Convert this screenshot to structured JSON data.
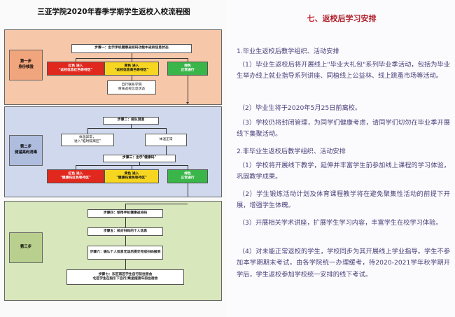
{
  "flowchart": {
    "title": "三亚学院2020年春季学期学生返校入校流程图",
    "stage1": {
      "label": "第一步\n身份核验",
      "step1": "步骤一：出示手机健康返校码功能中返校信息状态",
      "red": "红色  进入\n\"返校信息红色等待区\"",
      "yellow": "黄色  进入\n\"返校信息黄色等待区\"",
      "green": "绿色\n正常通行",
      "contact": "自行联系学院\n审核返校信息状态"
    },
    "stage2": {
      "label": "第二步\n测温亮码消毒",
      "step2": "步骤二：排队测温",
      "abnormal": "体温异常，\n进入\"临时隔离区\"",
      "normal": "体温正常",
      "step3": "步骤三：出示\"健康码\"",
      "red": "红色  进入\n\"健康码红色等待区\"",
      "yellow": "黄色  进入\n\"健康码黄色等待区\"",
      "green": "绿色\n正常通行"
    },
    "stage3": {
      "label": "第三步",
      "step4": "步骤四：使用手机健康返校码",
      "step5": "步骤五：核对扫码的个人信息",
      "step6": "步骤六：确认个人信息无误后提交完成扫码报到",
      "step7a": "步骤七：东区南区学生自行前往宿舍",
      "step7b": "北区学生在指引下自行/乘坐摆渡车前往宿舍"
    }
  },
  "panel": {
    "heading_number": "七、",
    "heading_text": "返校后学习安排",
    "paragraphs": [
      "1.毕业生返校后教学组织、活动安排",
      "（1）毕业生返校后将开展线上\"毕业大礼包\"系列毕业季活动，包括为毕业生举办线上就业指导系列讲座、同植线上公益林、线上跳蚤市场等活动。",
      "（2）毕业生将于2020年5月25日前离校。",
      "（3）学校仍将封闭管理，为同学们健康考虑，请同学们切勿在毕业季开展线下集聚活动。",
      "2.非毕业生返校后教学组织、活动安排",
      "（1）学校将开展线下教学，延伸并丰富学生前参加线上课程的学习体验，巩固教学成果。",
      "（2）学生锻炼活动计划及体育课程教学将在避免聚集性活动的前提下开展，增强学生体魄。",
      "（3）开展相关学术讲座，扩展学生学习内容，丰富学生在校学习体验。",
      "（4）对未能正常返校的学生，学校同步为其开展线上学业指导。学生不参加本学期期末考试，由各学院统一办理缓考，待2020-2021学年秋学期开学后，学生返校参加学校统一安排的线下考试。"
    ]
  }
}
